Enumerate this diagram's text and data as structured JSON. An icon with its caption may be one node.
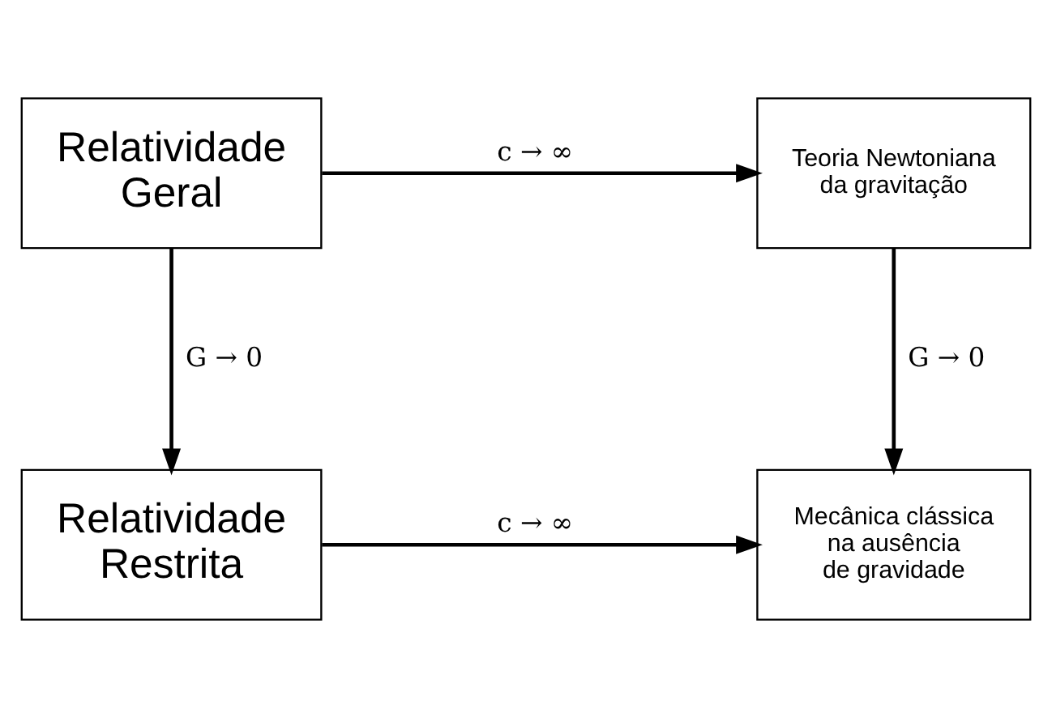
{
  "diagram": {
    "nodes": [
      {
        "text": [
          "Relatividade Geral"
        ]
      },
      {
        "text": [
          "Teoria Newtoniana da gravitação"
        ]
      },
      {
        "text": [
          "Relatividade Restrita"
        ]
      },
      {
        "text": [
          "Mecânica clássica na ausência de gravidade"
        ]
      }
    ],
    "edges": [
      {
        "from": 0,
        "to": 1,
        "arrow": "to",
        "label": "c → ∞"
      },
      {
        "from": 0,
        "to": 2,
        "arrow": "to",
        "label": "G → 0"
      },
      {
        "from": 1,
        "to": 3,
        "arrow": "to",
        "label": "G → 0"
      },
      {
        "from": 2,
        "to": 3,
        "arrow": "to",
        "label": "c → ∞"
      }
    ]
  }
}
